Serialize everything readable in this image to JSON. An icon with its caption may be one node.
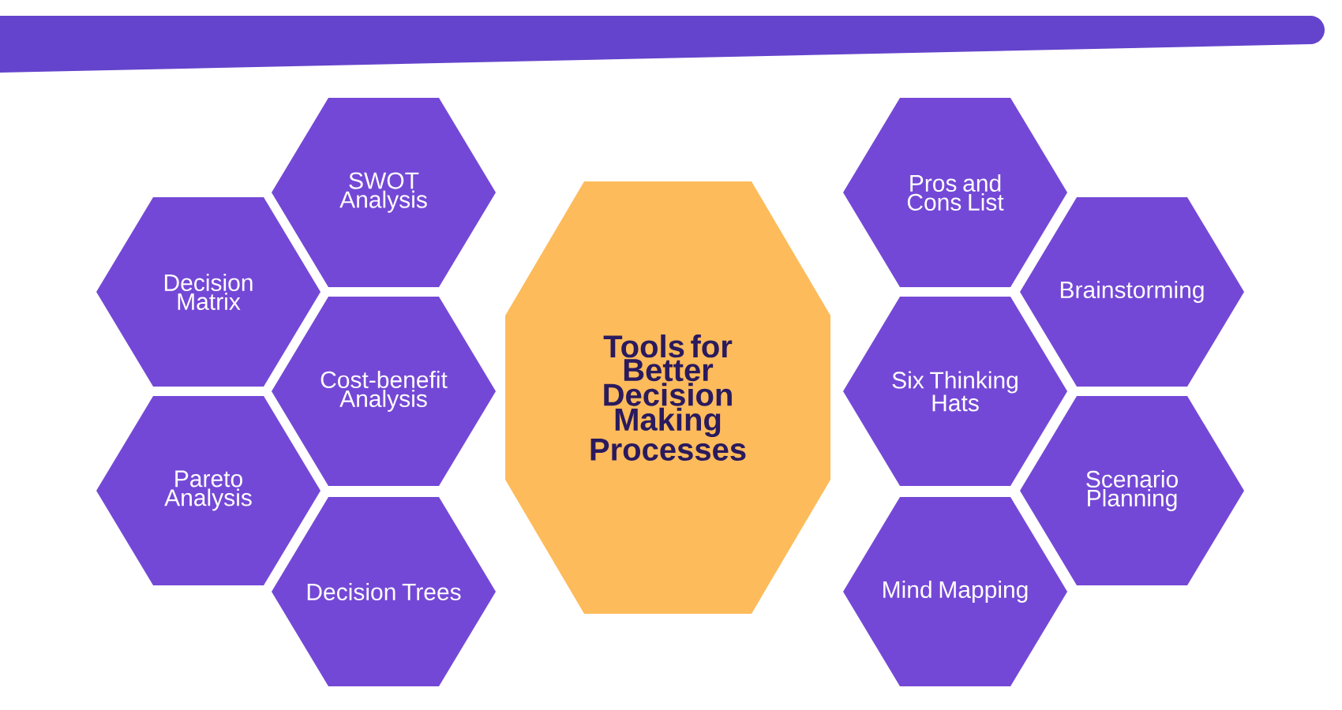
{
  "diagram": {
    "nodes": [
      {
        "text": [
          "SWOT Analysis"
        ]
      },
      {
        "text": [
          "Decision Matrix"
        ]
      },
      {
        "text": [
          "Cost-benefit Analysis"
        ]
      },
      {
        "text": [
          "Pareto Analysis"
        ]
      },
      {
        "text": [
          "Decision Trees"
        ]
      },
      {
        "text": [
          "Tools for Better Decision Making Processes"
        ]
      },
      {
        "text": [
          "Pros and Cons List"
        ]
      },
      {
        "text": [
          "Brainstorming"
        ]
      },
      {
        "text": [
          "Six Thinking Hats"
        ]
      },
      {
        "text": [
          "Scenario Planning"
        ]
      },
      {
        "text": [
          "Mind Mapping"
        ]
      }
    ]
  }
}
